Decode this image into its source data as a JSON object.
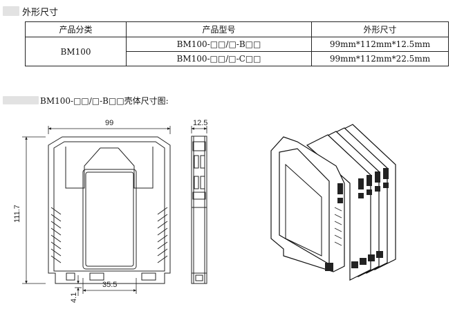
{
  "section_heading": "外形尺寸",
  "table": {
    "headers": [
      "产品分类",
      "产品型号",
      "外形尺寸"
    ],
    "category": "BM100",
    "rows": [
      {
        "model": "BM100-□□/□-B□□",
        "size": "99mm*112mm*12.5mm"
      },
      {
        "model": "BM100-□□/□-C□□",
        "size": "99mm*112mm*22.5mm"
      }
    ]
  },
  "drawing_caption": "BM100-□□/□-B□□壳体尺寸图:",
  "dimensions": {
    "width": "99",
    "height": "111.7",
    "base": "35.5",
    "offset": "4.1",
    "thickness": "12.5"
  }
}
